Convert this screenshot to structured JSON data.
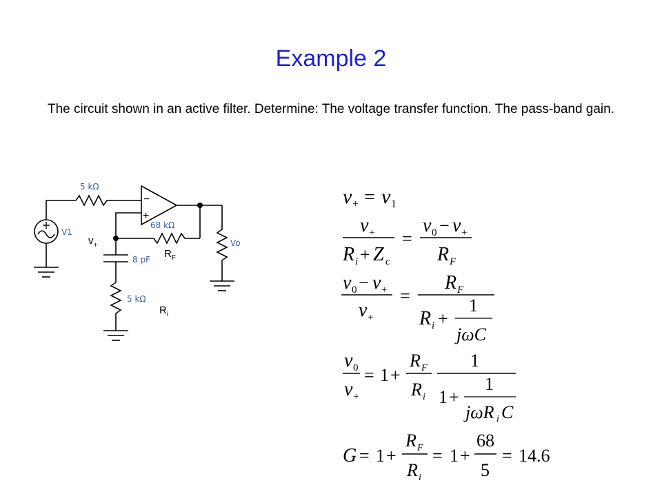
{
  "slide": {
    "title": "Example 2",
    "description": "The circuit shown in an active filter.   Determine: The voltage transfer function. The pass-band gain."
  },
  "circuit": {
    "input_resistor_label": "5 kΩ",
    "source_label": "V1",
    "opamp_minus": "−",
    "opamp_plus": "+",
    "feedback_resistor_label": "68 kΩ",
    "capacitor_label": "8 pF",
    "ground_resistor_label": "5 kΩ",
    "load_label": "Vo",
    "v_plus_base": "v",
    "v_plus_sub": "+",
    "rf_base": "R",
    "rf_sub": "F",
    "ri_base": "R",
    "ri_sub": "i"
  },
  "equations": {
    "eq1": "v+ = v1",
    "eq2": "v+ / (Ri + Zc) = (v0 − v+) / RF",
    "eq3": "(v0 − v+) / v+ = RF / (Ri + 1/(jωC))",
    "eq4": "v0 / v+ = 1 + (RF / Ri) · 1 / (1 + 1/(jωRiC))",
    "eq5": "G = 1 + RF/Ri = 1 + 68/5 = 14.6"
  },
  "colors": {
    "title": "#1f1fd6",
    "component_label": "#3a5fa8"
  }
}
